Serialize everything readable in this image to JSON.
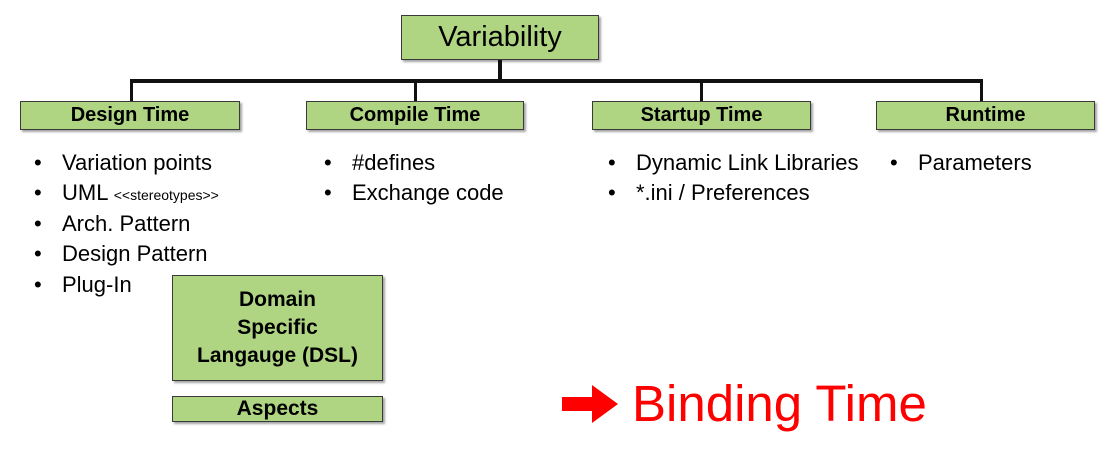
{
  "diagram": {
    "root": {
      "label": "Variability"
    },
    "categories": [
      {
        "label": "Design Time"
      },
      {
        "label": "Compile Time"
      },
      {
        "label": "Startup Time"
      },
      {
        "label": "Runtime"
      }
    ],
    "columns": [
      {
        "bullets": [
          {
            "marker": "•",
            "text": "Variation points",
            "note": ""
          },
          {
            "marker": "•",
            "text": "UML ",
            "note": "<<stereotypes>>"
          },
          {
            "marker": "•",
            "text": "Arch. Pattern",
            "note": ""
          },
          {
            "marker": "•",
            "text": "Design Pattern",
            "note": ""
          },
          {
            "marker": "•",
            "text": "Plug-In",
            "note": ""
          }
        ]
      },
      {
        "bullets": [
          {
            "marker": "•",
            "text": "#defines",
            "note": ""
          },
          {
            "marker": "•",
            "text": "Exchange code",
            "note": ""
          }
        ]
      },
      {
        "bullets": [
          {
            "marker": "•",
            "text": "Dynamic Link Libraries",
            "note": ""
          },
          {
            "marker": "•",
            "text": "*.ini / Preferences",
            "note": ""
          }
        ]
      },
      {
        "bullets": [
          {
            "marker": "•",
            "text": "Parameters",
            "note": ""
          }
        ]
      }
    ],
    "extra_boxes": [
      {
        "id": "dsl",
        "lines": [
          "Domain",
          "Specific",
          "Langauge (DSL)"
        ]
      },
      {
        "id": "aspects",
        "lines": [
          "Aspects"
        ]
      }
    ],
    "callout": {
      "arrow_icon": "right-arrow-icon",
      "label": "Binding Time",
      "color": "#FF0000"
    },
    "colors": {
      "box_fill": "#AFD482",
      "box_border": "#3A3A3A",
      "line": "#111111",
      "text": "#000000",
      "callout": "#FF0000",
      "background": "#FFFFFF"
    }
  }
}
